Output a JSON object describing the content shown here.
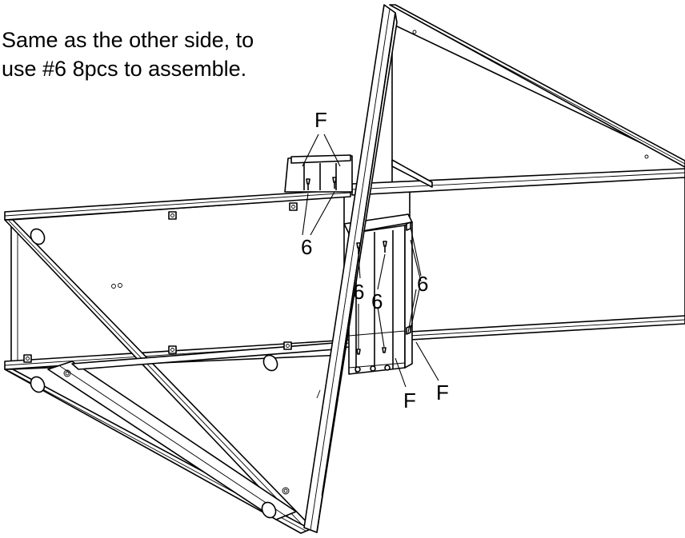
{
  "instruction": {
    "line1": "Same as the other side, to",
    "line2": "use #6 8pcs to assemble."
  },
  "callouts": {
    "fastener_f": "F",
    "screw_6": "6"
  },
  "colors": {
    "ink": "#000000",
    "paper": "#ffffff"
  }
}
